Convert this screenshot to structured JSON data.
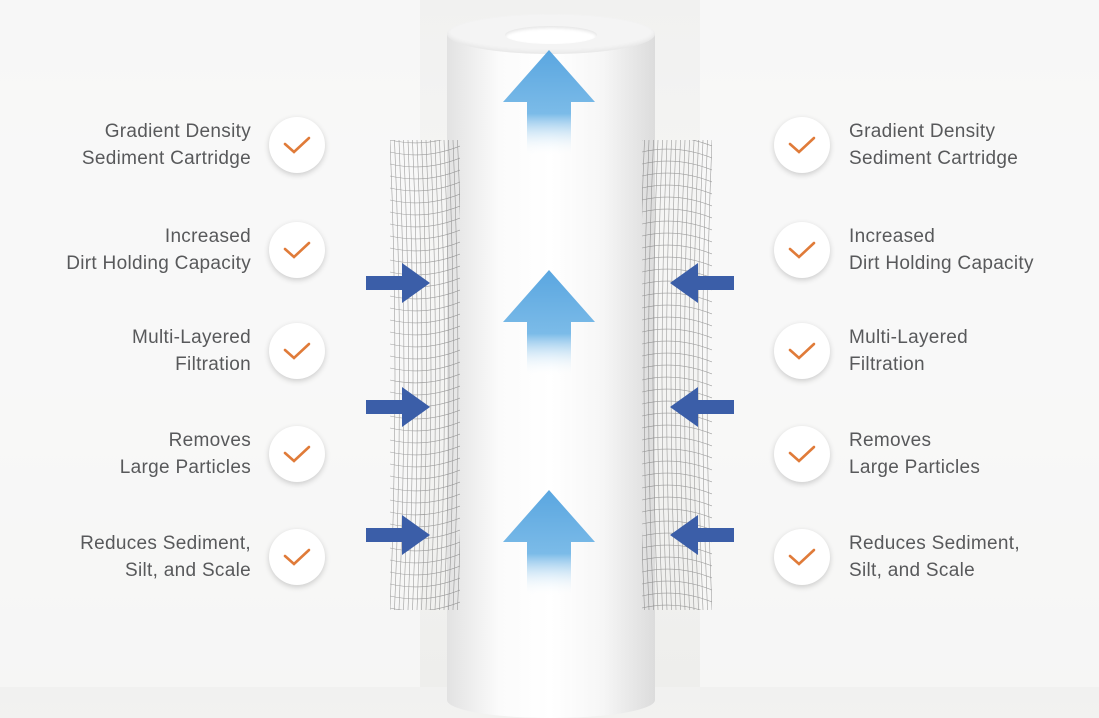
{
  "features_left": [
    {
      "line1": "Gradient Density",
      "line2": "Sediment Cartridge",
      "icon": "check-icon"
    },
    {
      "line1": "Increased",
      "line2": "Dirt Holding Capacity",
      "icon": "check-icon"
    },
    {
      "line1": "Multi-Layered",
      "line2": "Filtration",
      "icon": "check-icon"
    },
    {
      "line1": "Removes",
      "line2": "Large Particles",
      "icon": "check-icon"
    },
    {
      "line1": "Reduces Sediment,",
      "line2": "Silt, and Scale",
      "icon": "check-icon"
    }
  ],
  "features_right": [
    {
      "line1": "Gradient Density",
      "line2": "Sediment Cartridge",
      "icon": "check-icon"
    },
    {
      "line1": "Increased",
      "line2": "Dirt Holding Capacity",
      "icon": "check-icon"
    },
    {
      "line1": "Multi-Layered",
      "line2": "Filtration",
      "icon": "check-icon"
    },
    {
      "line1": "Removes",
      "line2": "Large Particles",
      "icon": "check-icon"
    },
    {
      "line1": "Reduces Sediment,",
      "line2": "Silt, and Scale",
      "icon": "check-icon"
    }
  ],
  "colors": {
    "check": "#e07b39",
    "flow_up": "#5aa6e0",
    "flow_in": "#3b5ea8",
    "text": "#58595b"
  }
}
